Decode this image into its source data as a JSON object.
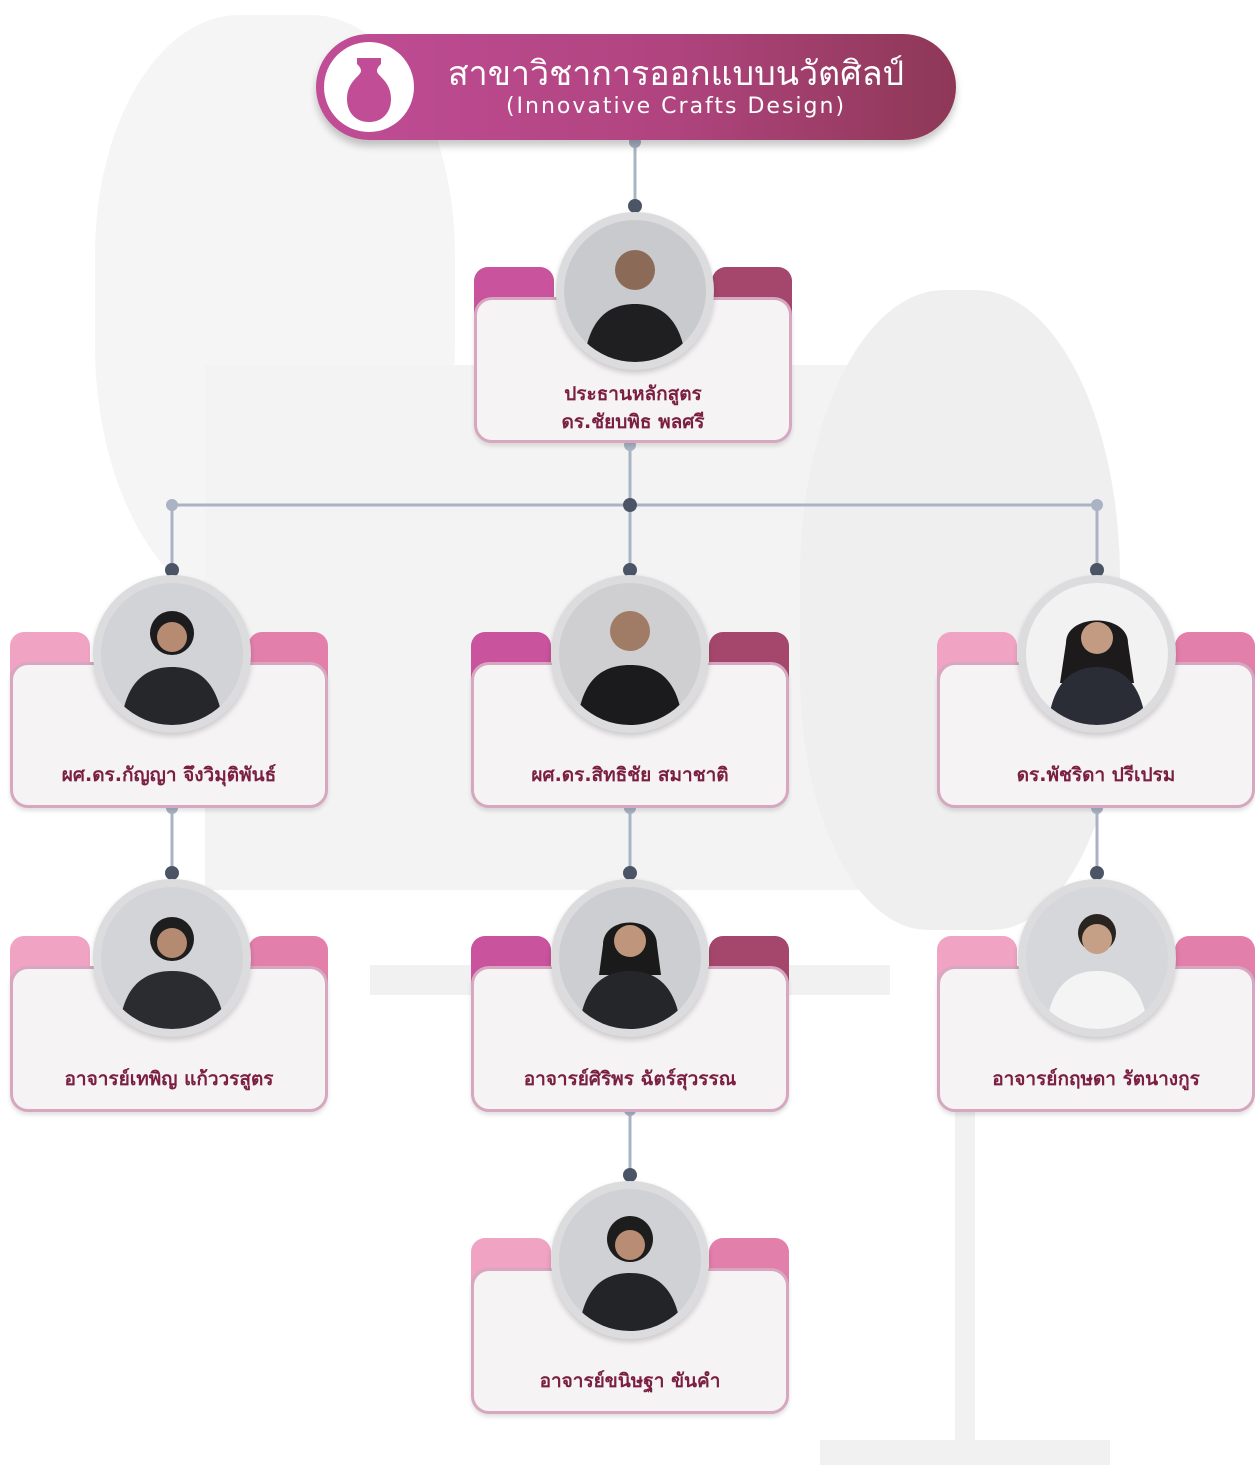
{
  "header": {
    "title": "สาขาวิชาการออกแบบนวัตศิลป์",
    "subtitle": "(Innovative Crafts Design)",
    "icon": "vase-icon"
  },
  "chair": {
    "role": "ประธานหลักสูตร",
    "name": "ดร.ชัยบพิธ พลศรี"
  },
  "members": [
    {
      "name": "ผศ.ดร.กัญญา จึงวิมุติพันธ์"
    },
    {
      "name": "ผศ.ดร.สิทธิชัย สมาชาติ"
    },
    {
      "name": "ดร.พัชริดา ปรีเปรม"
    },
    {
      "name": "อาจารย์เทพิญ แก้ววรสูตร"
    },
    {
      "name": "อาจารย์ศิริพร ฉัตร์สุวรรณ"
    },
    {
      "name": "อาจารย์กฤษดา รัตนางกูร"
    },
    {
      "name": "อาจารย์ขนิษฐา ขันคำ"
    }
  ],
  "colors": {
    "header_start": "#c04d96",
    "header_end": "#8e3856",
    "name_text": "#7a1f3f",
    "connector": "#a9b3c4",
    "node_dot": "#4b5566"
  }
}
